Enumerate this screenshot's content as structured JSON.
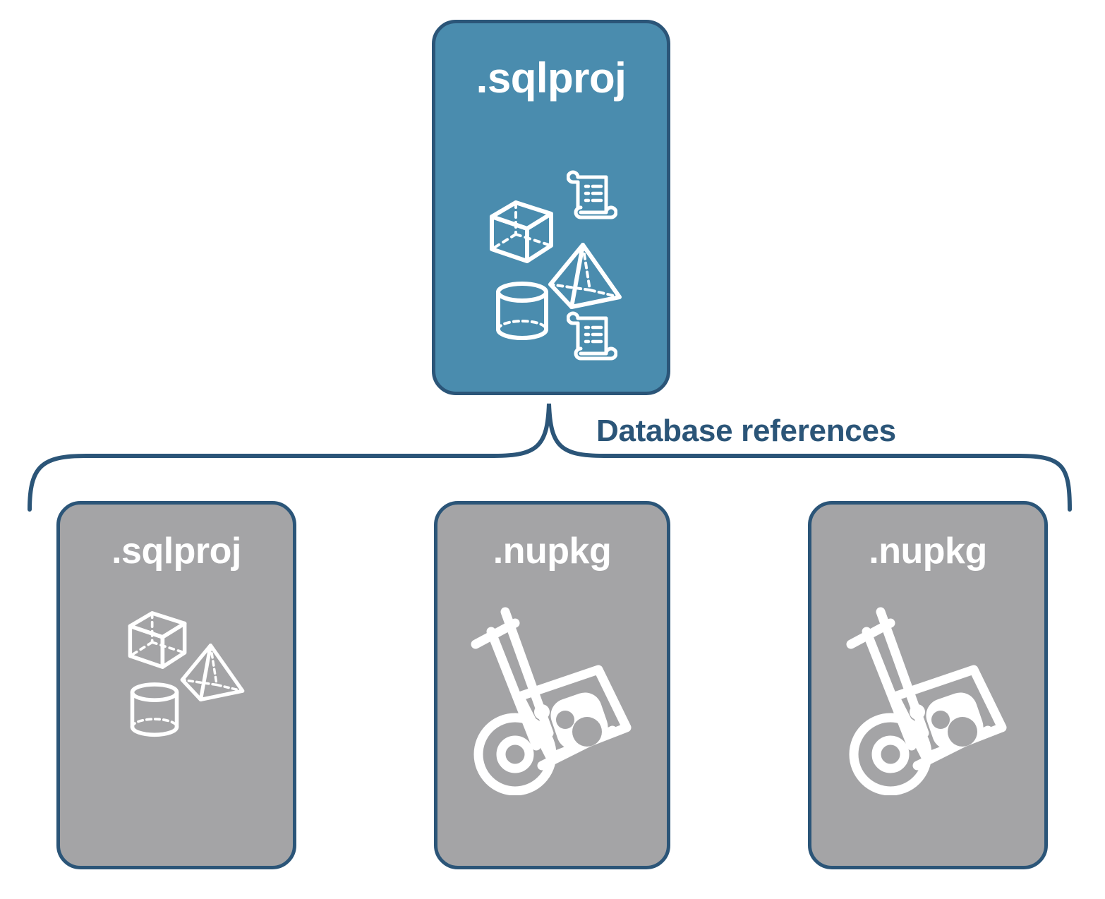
{
  "diagram": {
    "title_text": "Database references",
    "colors": {
      "primary_fill": "#4a8cae",
      "secondary_fill": "#a4a4a6",
      "outline": "#2b5578",
      "label_text": "#2b5578",
      "icon": "#ffffff",
      "background": "#ffffff"
    }
  },
  "root": {
    "label": ".sqlproj",
    "kind": "sqlproj",
    "icons": [
      "cube-icon",
      "scroll-icon",
      "pyramid-icon",
      "cylinder-icon",
      "scroll-icon"
    ]
  },
  "bracket": {
    "label": "Database references"
  },
  "references": [
    {
      "label": ".sqlproj",
      "kind": "sqlproj",
      "icons": [
        "cube-icon",
        "pyramid-icon",
        "cylinder-icon"
      ]
    },
    {
      "label": ".nupkg",
      "kind": "nupkg",
      "icons": [
        "hand-truck-package-icon"
      ]
    },
    {
      "label": ".nupkg",
      "kind": "nupkg",
      "icons": [
        "hand-truck-package-icon"
      ]
    }
  ]
}
